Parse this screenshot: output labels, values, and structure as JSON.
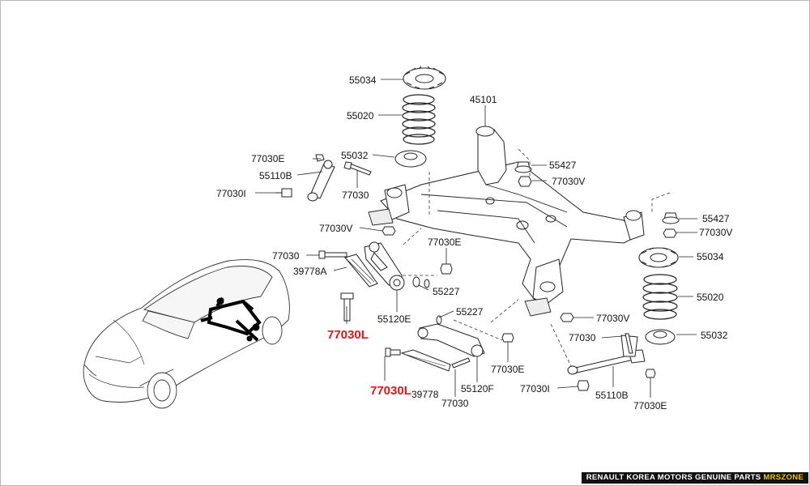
{
  "callouts": {
    "c_55034_top": "55034",
    "c_55020_top": "55020",
    "c_45101": "45101",
    "c_77030E_tl": "77030E",
    "c_55032_top": "55032",
    "c_55110B_top": "55110B",
    "c_55427_top": "55427",
    "c_77030V_top": "77030V",
    "c_77030I_top": "77030I",
    "c_77030_top": "77030",
    "c_77030V_mid": "77030V",
    "c_77030E_mid": "77030E",
    "c_55427_r": "55427",
    "c_77030V_r": "77030V",
    "c_77030_l": "77030",
    "c_39778A": "39778A",
    "c_55227_mid": "55227",
    "c_55034_r": "55034",
    "c_55120E": "55120E",
    "c_55020_r": "55020",
    "c_55227_low": "55227",
    "c_77030V_low": "77030V",
    "c_77030_r": "77030",
    "c_55032_r": "55032",
    "c_77030E_low": "77030E",
    "c_55120F": "55120F",
    "c_77030I_low": "77030I",
    "c_39778": "39778",
    "c_55110B_low": "55110B",
    "c_77030_bot": "77030",
    "c_77030E_bot": "77030E"
  },
  "highlight": {
    "h1": "77030L",
    "h2": "77030L"
  },
  "footer": {
    "main": "RENAULT KOREA MOTORS GENUINE PARTS",
    "brand": "MRSZONE"
  },
  "colors": {
    "highlight": "#e8141c",
    "footer_bg": "#111111",
    "footer_brand": "#f2c200"
  }
}
